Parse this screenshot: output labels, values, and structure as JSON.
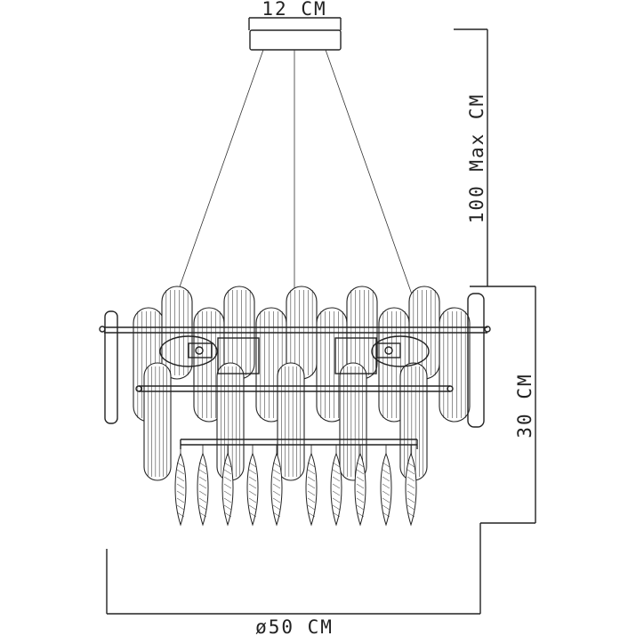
{
  "diagram": {
    "dimensions": {
      "canopy_width": "12 CM",
      "cable_length": "100 Max CM",
      "height": "30 CM",
      "diameter": "ø50 CM"
    },
    "colors": {
      "line": "#222222",
      "background": "#ffffff"
    }
  }
}
